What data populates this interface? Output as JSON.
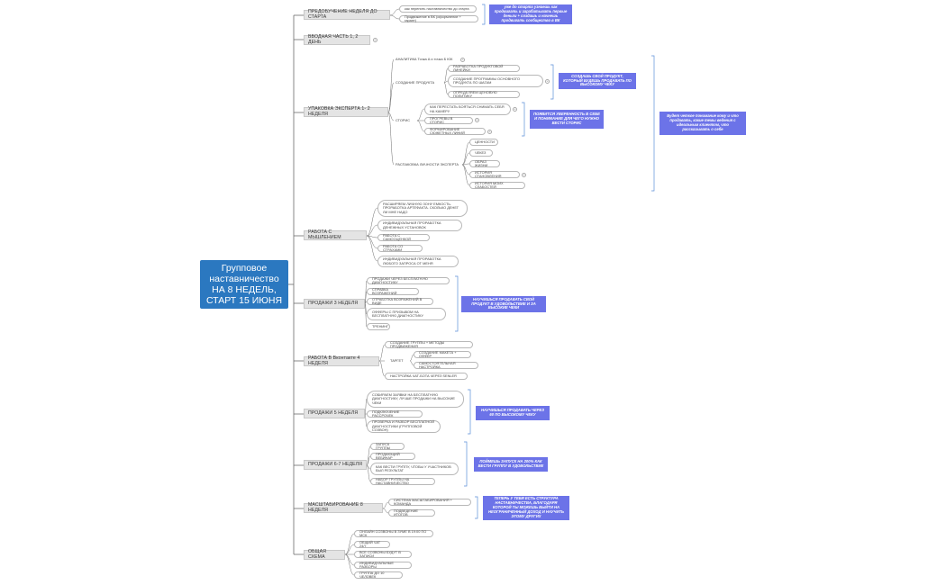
{
  "root": {
    "title": "Групповое наставничество НА 8 НЕДЕЛЬ, СТАРТ 15 ИЮНЯ"
  },
  "colors": {
    "root": "#2b78c0",
    "note": "#6c73e8",
    "line": "#6b6b6b",
    "bracket": "#5b8fd8"
  },
  "sections": [
    {
      "label": "ПРЕДОБУЧЕНИЕ НЕДЕЛЯ ДО СТАРТА",
      "children": [
        "как перепить наставничество до старта",
        "Продвижение в ВК (оформление + гарант)"
      ]
    },
    {
      "label": "ВВОДНАЯ ЧАСТЬ 1, 2 ДЕНЬ",
      "children": []
    },
    {
      "label": "УПАКОВКА ЭКСПЕРТА 1- 2 НЕДЕЛЯ",
      "groups": [
        {
          "label": "АНАЛИТИКА Точка А и точка Б ЮК",
          "children": []
        },
        {
          "label": "СОЗДАНИЕ ПРОДУКТА",
          "children": [
            "РАЗРАБОТКА ПРОДУКТОВОЙ ЛИНЕЙКИ",
            "СОЗДАНИЕ ПРОГРАММЫ ОСНОВНОГО ПРОДУКТА ПО ШАГАМ",
            "ОПРЕДЕЛЯЕМ ЦЕНОВУЮ ПОЛИТИКУ"
          ]
        },
        {
          "label": "СТОРИС",
          "children": [
            "КАК ПЕРЕСТАТЬ БОЯТЬСЯ СНИМАТЬ СЕБЯ НА КАМЕРУ",
            "ПРОГРЕВЫ В СТОРИС",
            "ФОРМИРОВАНИЕ СЮЖЕТНЫХ ЛИНИЙ"
          ]
        },
        {
          "label": "РАСПАКОВКА ЛИЧНОСТИ ЭКСПЕРТА",
          "children": [
            "ЦЕННОСТИ",
            "ЧЕКЕЗ",
            "ОБРАЗ ЖИЗНИ",
            "ИСТОРИЯ СТАНОВЛЕНИЯ",
            "ИСТОРИЯ МОИХ СЛАБОСТЕЙ"
          ]
        }
      ]
    },
    {
      "label": "РАБОТА С МЫШЛЕНИЕМ",
      "children": [
        "РАСШИРЯЕМ ЛИЧНУЮ ЗОНУ ЕМКОСТЬ. ПРОРАБОТКА АРТЕФАКТА. СКОЛЬКО ДЕНЕГ ЛИ МНЕ НАДО",
        "ИНДИВИДУАЛЬНАЯ ПРОРАБОТКА ДЕНЕЖНЫХ УСТАНОВОК",
        "РАБОТА С САМООЦЕНКОЙ",
        "РАБОТА СО СТРАХАМИ",
        "ИНДИВИДУАЛЬНАЯ ПРОРАБОТКА ЛЮБОГО ЗАПРОСА ОТ МЕНЯ"
      ]
    },
    {
      "label": "ПРОДАЖИ 3 НЕДЕЛЯ",
      "children": [
        "ПРОДАЖИ ЧЕРЕЗ БЕСПЛАТНУЮ ДИАГНОСТИКУ",
        "СПРАВКА ВОЗРАЖЕНИЙ",
        "ОТРАБОТКА ВОЗРАЖЕНИЙ В ВИДЕ",
        "ОФФЕРЫ С ПРИЗЫВОМ НА БЕСПЛАТНУЮ ДИАГНОСТИКУ",
        "ТРЕНИНГ"
      ]
    },
    {
      "label": "РАБОТА В Вконтакте 4 НЕДЕЛЯ",
      "children": [
        "СОЗДАНИЕ ГРУППЫ + МЕТОДЫ ПРОДВИЖЕНИЯ",
        "ТАРГЕТ",
        "НАСТРОЙКА ЧАТ-БОТА ЧЕРЕЗ SENLER"
      ],
      "target": [
        "СОЗДАНИЕ МАКЕТА + ОФФЕР",
        "САМОСТОЯТЕЛЬНАЯ НАСТРОЙКА"
      ]
    },
    {
      "label": "ПРОДАЖИ 5 НЕДЕЛЯ",
      "children": [
        "СОБИРАЕМ ЗАЯВКИ НА БЕСПЛАТНУЮ ДИАГНОСТИКУ, ЛУЧШЕ ПРОДАЖИ НА ВЫСОКИЕ ЧЕКИ",
        "ПОДКЛЮЧЕНИЕ РАССРОЧЕК",
        "ПРОВЕРКА И РАЗБОР БЕСПЛАТНОЙ ДИАГНОСТИКИ (ГРУППОВОЙ СОЗВОН)"
      ]
    },
    {
      "label": "ПРОДАЖИ 6-7 НЕДЕЛЯ",
      "children": [
        "ЗАПУСК ГРУППЫ",
        "ПРОДАЮЩИЙ ВЕБИНАР",
        "КАК ВЕСТИ ГРУППУ, ЧТОБЫ У УЧАСТНИКОВ БЫЛ РЕЗУЛЬТАТ",
        "НАБОР ГРУППЫ НА НАСТАВНИЧЕСТВО"
      ]
    },
    {
      "label": "МАСШТАБИРОВАНИЕ 8 НЕДЕЛЯ",
      "children": [
        "СИСТЕМА МАСШТАБИРОВАНИЯ + КОМАНДА",
        "ПОДВЕДЕНИЕ ИТОГОВ"
      ]
    },
    {
      "label": "ОБЩАЯ СХЕМА",
      "children": [
        "ОНЛАЙН СОЗВОНЫ В ЗУМЕ В 19:00 ПО МСК",
        "ОБЩИЙ ЧАТ 24/7",
        "ВСЕ СОЗВОНЫ БУДУТ В ЗАПИСИ",
        "ИНДИВИДУАЛЬНЫЕ РАЗБОРЫ",
        "ГРУППА ДО 10 ЧЕЛОВЕК"
      ]
    }
  ],
  "notes": [
    "уже до старта узнаешь как продвигать и зарабатывать первые деньги + создашь и начнешь продвигать сообщество в ВК",
    "СОЗДАШЬ СВОЙ ПРОДУКТ, КОТОРЫЙ БУДЕШЬ ПРОДАВАТЬ ПО ВЫСОКОМУ ЧЕКУ",
    "ПОЯВИТСЯ УВЕРЕННОСТЬ В СЕБЕ И ПОНИМАНИЕ ДЛЯ ЧЕГО НУЖНО ВЕСТИ СТОРИС",
    "Будет четкое понимание кому и что продавать, какие темы ведения с идеальным клиентом, что рассказывать о себе",
    "НАУЧИШЬСЯ ПРОДАВАТЬ СВОЙ ПРОДУКТ В УДОВОЛЬСТВИЕ И ЗА ВЫСОКИЕ ЧЕКИ",
    "НАУЧИШЬСЯ ПРОДАВАТЬ ЧЕРЕЗ 60 ПО ВЫСОКОМУ ЧЕКУ",
    "ПОЙМЕШЬ ЗАПУСК НА 200% КАК ВЕСТИ ГРУППУ В УДОВОЛЬСТВИЕ",
    "ТЕПЕРЬ У ТЕБЯ ЕСТЬ СТРУКТУРА НАСТАВНИЧЕСТВА, БЛАГОДАРЯ КОТОРОЙ ТЫ МОЖЕШЬ ВЫЙТИ НА НЕОГРАНИЧЕННЫЙ ДОХОД И НАУЧИТЬ ЭТОМУ ДРУГИХ"
  ]
}
